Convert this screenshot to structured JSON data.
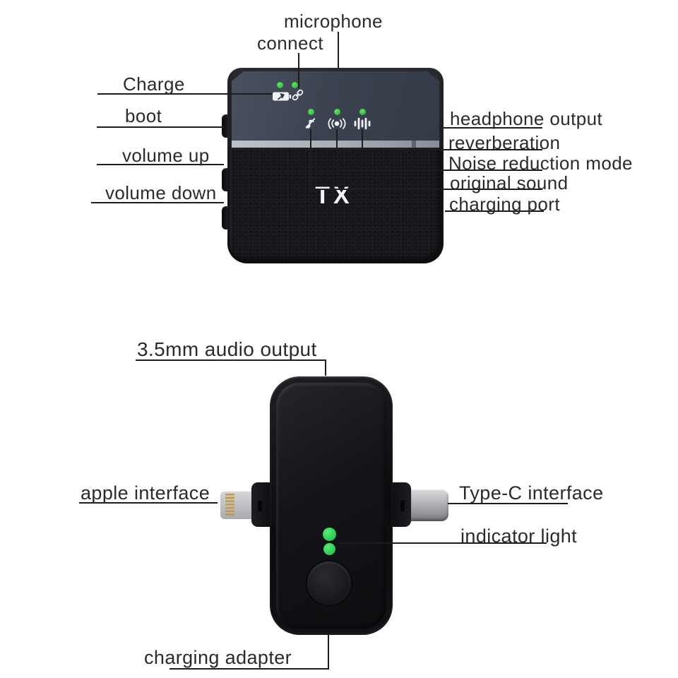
{
  "diagram": {
    "background_color": "#ffffff",
    "leader_line_color": "#1d1d1d",
    "label_text_color": "#2b2b2b"
  },
  "transmitter": {
    "device_label": "TX",
    "led_color": "#3fc84b",
    "callouts": {
      "microphone": "microphone",
      "connect": "connect",
      "charge": "Charge",
      "boot": "boot",
      "volume_up": "volume up",
      "volume_down": "volume down",
      "headphone_output": "headphone output",
      "reverberation": "reverberation",
      "noise_reduction_mode": "Noise reduction mode",
      "original_sound": "original sound",
      "charging_port": "charging port"
    },
    "icons": [
      "battery-charging-icon",
      "link-icon",
      "original-sound-icon",
      "noise-reduction-icon",
      "reverberation-icon"
    ]
  },
  "receiver": {
    "led_color": "#2bd256",
    "callouts": {
      "audio_output_35mm": "3.5mm audio output",
      "apple_interface": "apple interface",
      "type_c_interface": "Type-C interface",
      "indicator_light": "indicator light",
      "charging_adapter": "charging adapter"
    }
  }
}
